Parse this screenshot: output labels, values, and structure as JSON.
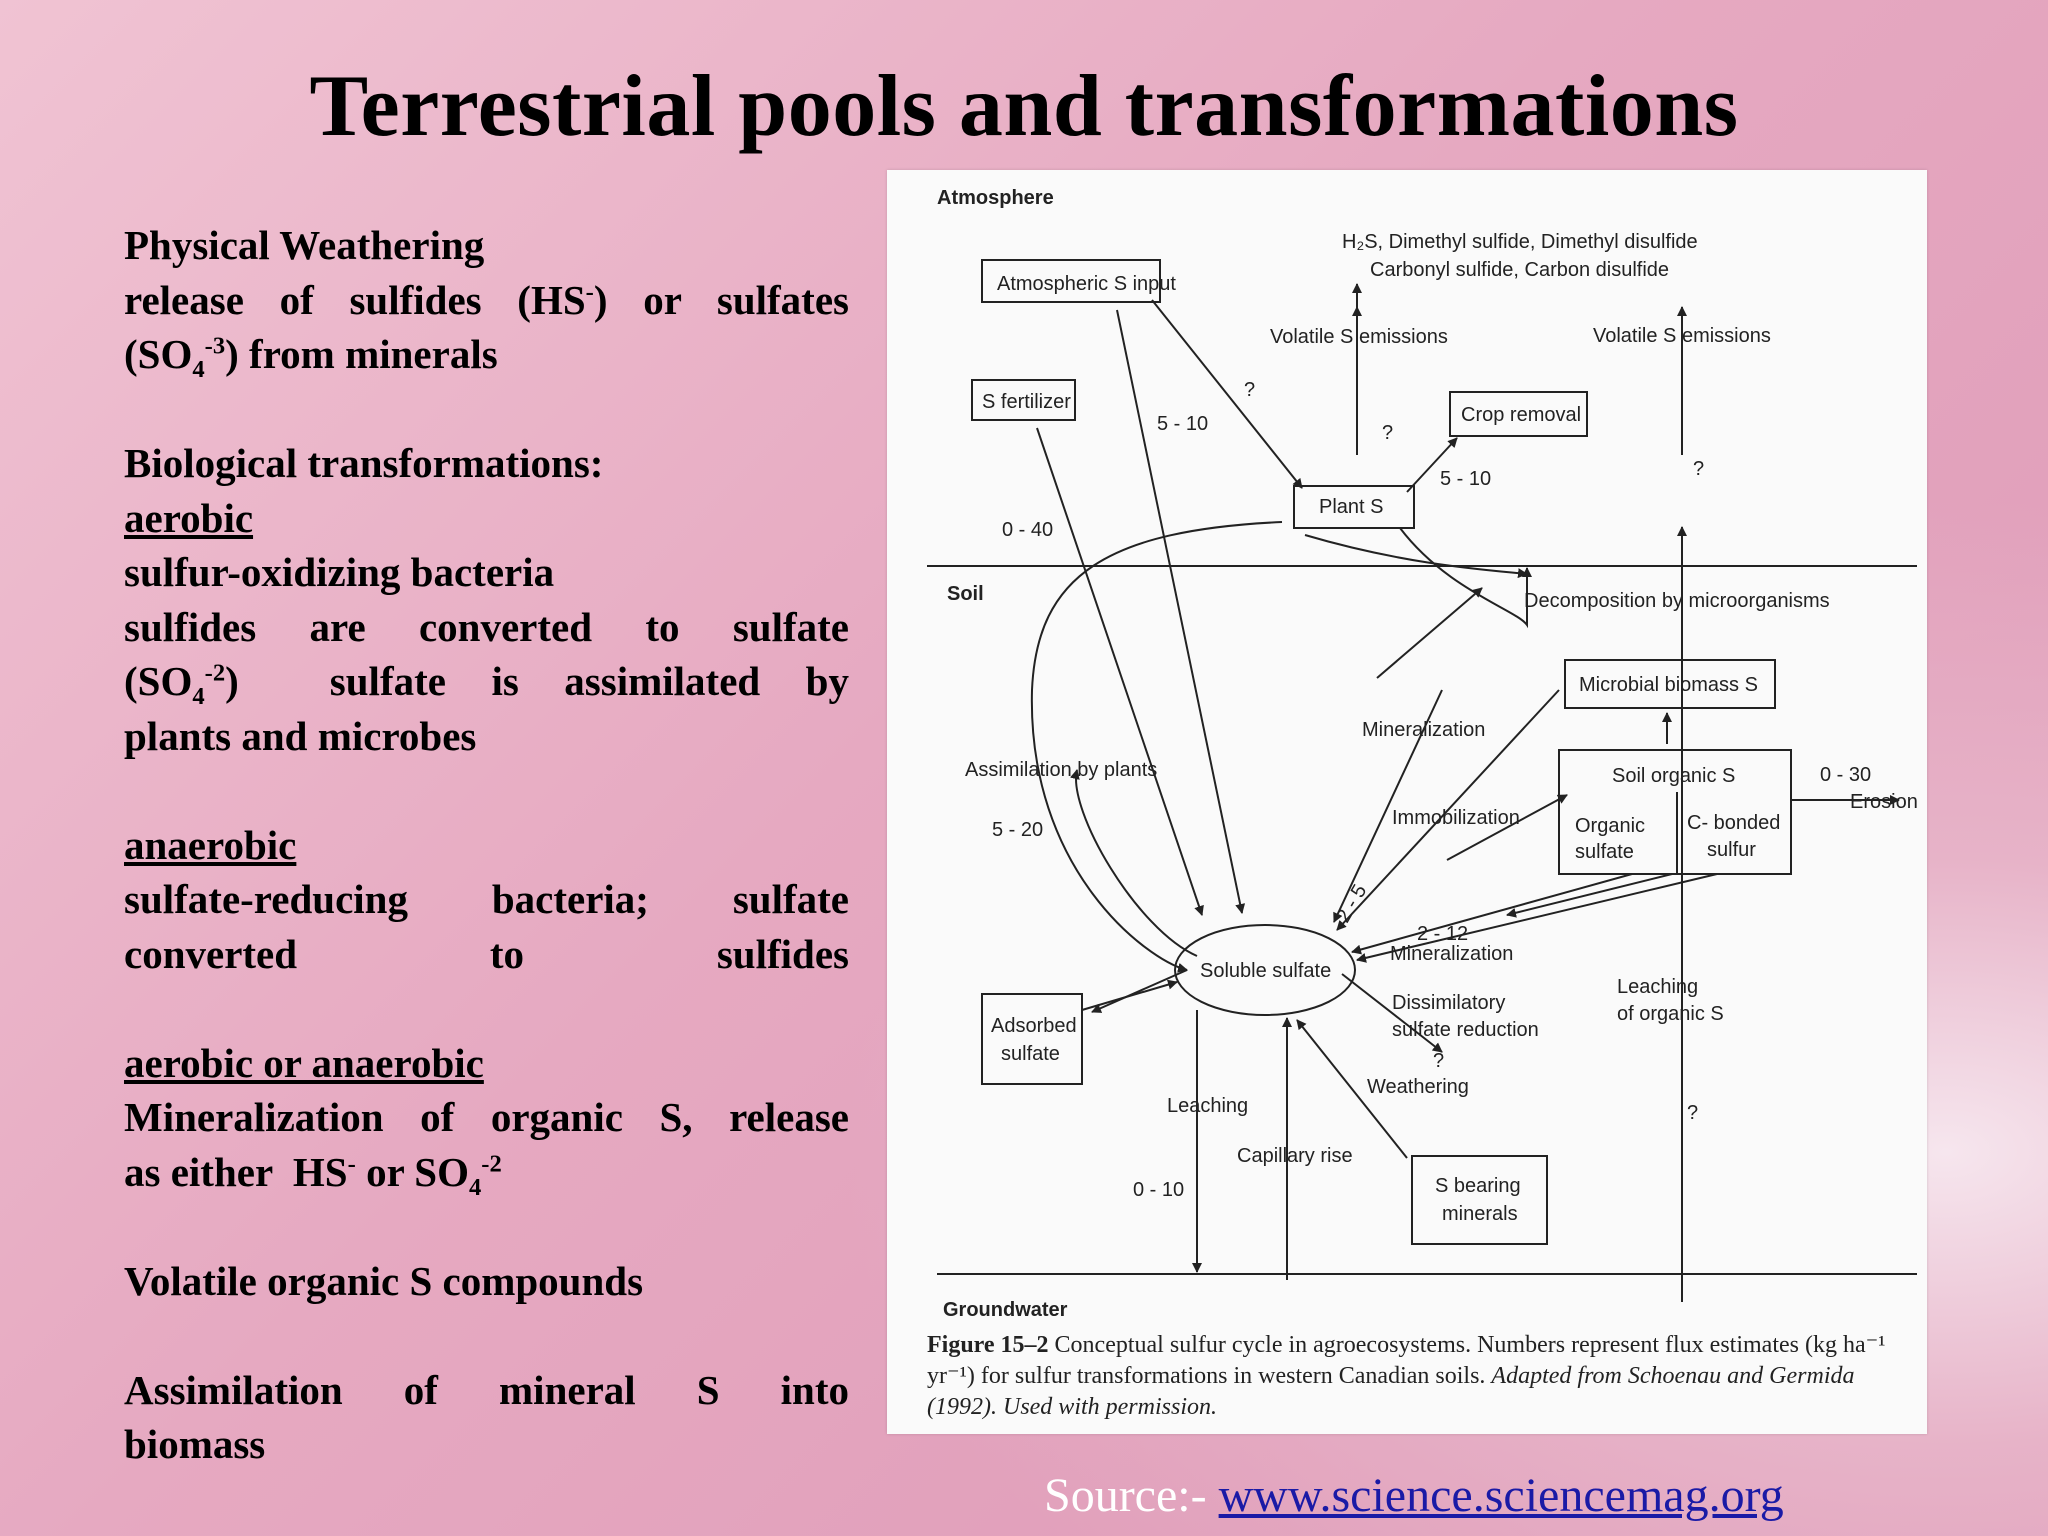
{
  "title": "Terrestrial pools and transformations",
  "left": {
    "physical_heading": "Physical Weathering",
    "physical_l1": "release of sulfides (HS",
    "physical_l1_sup": "-",
    "physical_l1_tail": ") or sulfates",
    "physical_l2_pre": "(SO",
    "physical_l2_sub": "4",
    "physical_l2_sup": "-3",
    "physical_l2_tail": ") from minerals",
    "bio_heading": "Biological transformations:",
    "aerobic": "aerobic",
    "aerobic_l1": "sulfur-oxidizing bacteria",
    "aerobic_l2": "sulfides are converted to sulfate",
    "aerobic_l3_pre": "(SO",
    "aerobic_l3_sub": "4",
    "aerobic_l3_sup": "-2",
    "aerobic_l3_tail": ")  sulfate is assimilated by",
    "aerobic_l4": "plants and microbes",
    "anaerobic": "anaerobic",
    "anaerobic_l1": "sulfate-reducing bacteria; sulfate",
    "anaerobic_l2": "converted to sulfides",
    "either": "aerobic or anaerobic",
    "either_l1": "Mineralization of organic S, release",
    "either_l2_pre": "as either  HS",
    "either_l2_sup1": "-",
    "either_l2_mid": " or SO",
    "either_l2_sub": "4",
    "either_l2_sup2": "-2",
    "volatile": "Volatile organic S compounds",
    "assim_l1": "Assimilation of mineral S into",
    "assim_l2": "biomass"
  },
  "diagram": {
    "zone_atmosphere": "Atmosphere",
    "zone_soil": "Soil",
    "zone_groundwater": "Groundwater",
    "gases_l1": "H₂S, Dimethyl sulfide, Dimethyl disulfide",
    "gases_l2": "Carbonyl sulfide, Carbon disulfide",
    "box_atm_input": "Atmospheric S input",
    "box_fertilizer": "S fertilizer",
    "box_crop_removal": "Crop removal",
    "box_plant_s": "Plant S",
    "box_microbial": "Microbial biomass S",
    "box_soil_organic": "Soil organic S",
    "box_organic_sulfate_l1": "Organic",
    "box_organic_sulfate_l2": "sulfate",
    "box_cbonded_l1": "C- bonded",
    "box_cbonded_l2": "sulfur",
    "box_adsorbed_l1": "Adsorbed",
    "box_adsorbed_l2": "sulfate",
    "box_minerals_l1": "S bearing",
    "box_minerals_l2": "minerals",
    "soluble_sulfate": "Soluble sulfate",
    "lbl_volatile_1": "Volatile S emissions",
    "lbl_volatile_2": "Volatile S emissions",
    "lbl_decomposition": "Decomposition by microorganisms",
    "lbl_mineralization_1": "Mineralization",
    "lbl_assimilation": "Assimilation by plants",
    "lbl_immobilization": "Immobilization",
    "lbl_mineralization_2": "Mineralization",
    "lbl_dissimilatory_l1": "Dissimilatory",
    "lbl_dissimilatory_l2": "sulfate reduction",
    "lbl_leaching_org_l1": "Leaching",
    "lbl_leaching_org_l2": "of organic S",
    "lbl_weathering": "Weathering",
    "lbl_leaching": "Leaching",
    "lbl_capillary": "Capillary rise",
    "lbl_erosion": "Erosion",
    "n_5_10_a": "5 - 10",
    "n_5_10_b": "5 - 10",
    "n_0_40": "0 - 40",
    "n_5_20": "5 - 20",
    "n_2_5": "2 - 5",
    "n_2_12": "2 - 12",
    "n_0_30": "0 - 30",
    "n_0_10": "0 - 10",
    "q": "?",
    "caption_fig": "Figure 15–2",
    "caption_text": " Conceptual sulfur cycle in agroecosystems. Numbers represent flux estimates (kg ha⁻¹ yr⁻¹) for sulfur transformations in western Canadian soils. ",
    "caption_italic": "Adapted from Schoenau and Germida (1992). Used with permission."
  },
  "source": {
    "label": "Source:- ",
    "link": "www.science.sciencemag.org"
  },
  "colors": {
    "link": "#1a1aa6",
    "source_text": "#ffffff",
    "background": "#e6a9c1"
  }
}
